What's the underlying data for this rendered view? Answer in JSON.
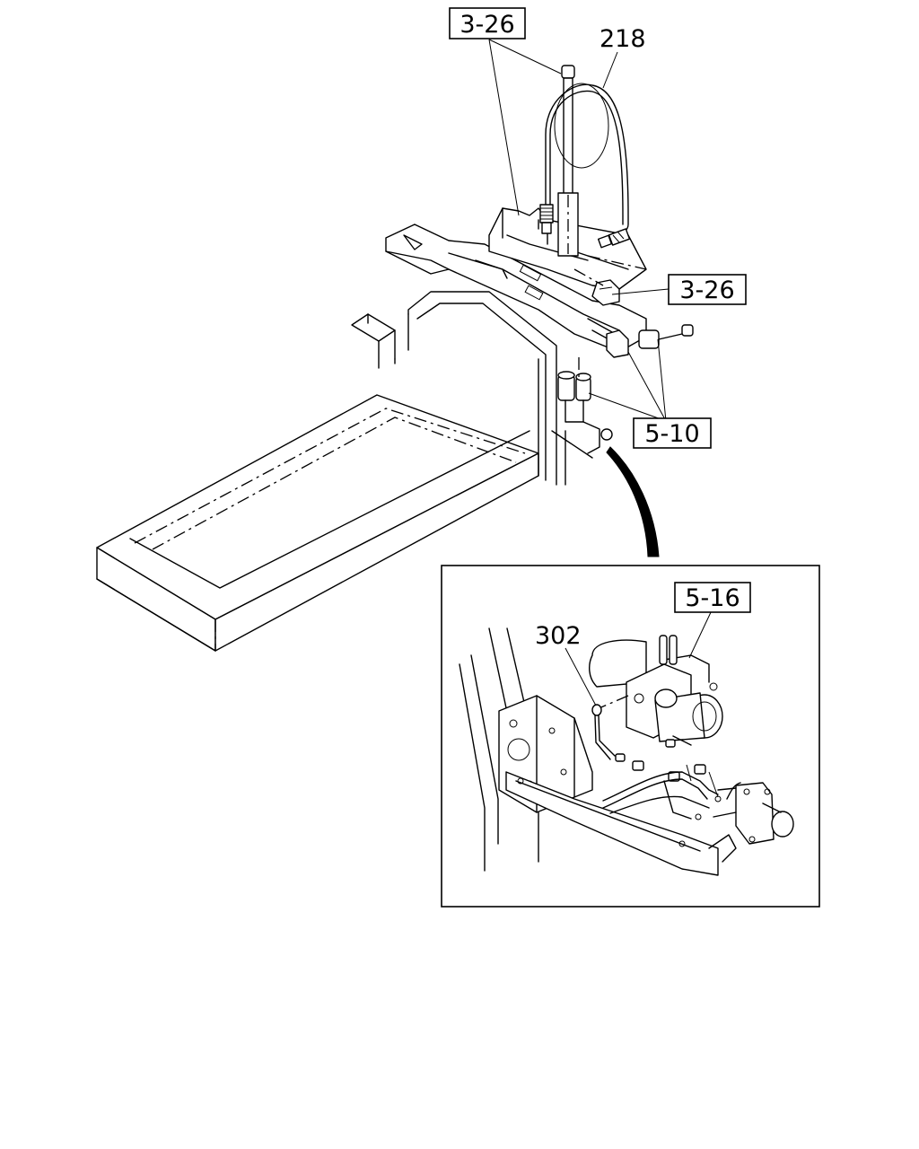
{
  "callouts": {
    "ref_3_26_top": "3-26",
    "ref_3_26_right": "3-26",
    "ref_5_10": "5-10",
    "ref_5_16": "5-16",
    "part_218": "218",
    "part_302": "302"
  }
}
